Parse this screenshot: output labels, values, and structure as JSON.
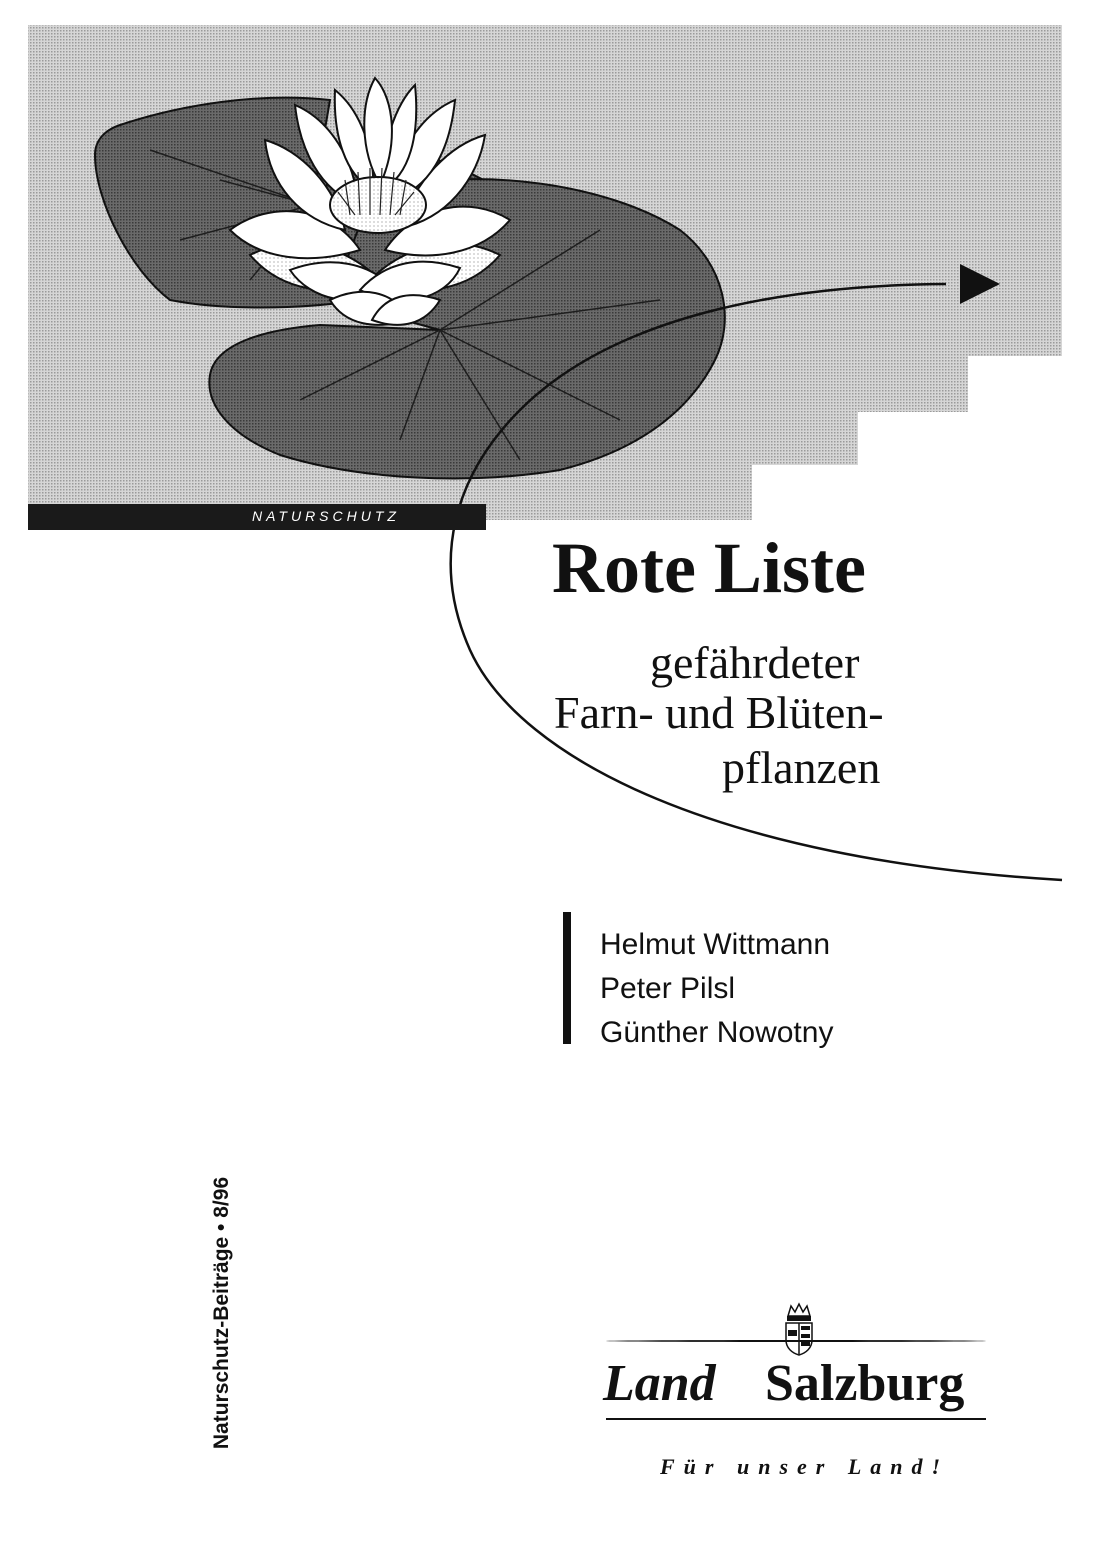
{
  "cover": {
    "series_label": "NATURSCHUTZ",
    "title": "Rote Liste",
    "subtitle_lines": [
      "gefährdeter",
      "Farn- und Blüten-",
      "pflanzen"
    ],
    "authors": [
      "Helmut Wittmann",
      "Peter Pilsl",
      "Günther Nowotny"
    ],
    "spine_text": "Naturschutz-Beiträge • 8/96"
  },
  "logo": {
    "word_italic": "Land",
    "word_bold": "Salzburg",
    "tagline": "Für unser Land!"
  },
  "illustration": {
    "subject": "water-lily-icon",
    "arrow": "arrow-right-icon"
  },
  "colors": {
    "ink": "#111111",
    "paper": "#ffffff",
    "halftone": "#c9c9c9",
    "leaf": "#5a5a5a",
    "leaf_dark": "#3d3d3d"
  }
}
